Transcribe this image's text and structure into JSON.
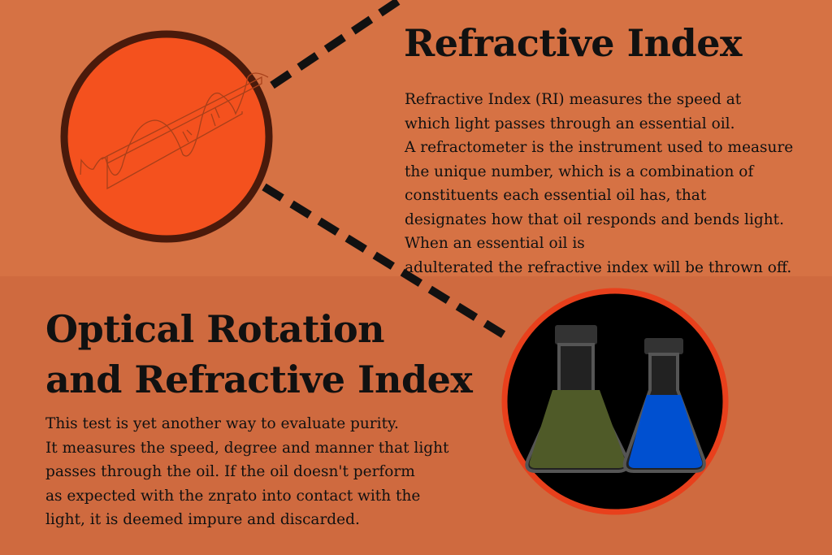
{
  "top_section": {
    "title": "Refractive Index",
    "paragraph_lines": [
      "Refractive Index (RI) measures the speed at",
      "which light passes through an essential oil.",
      "A refractometer is the instrument used to measure",
      "the unique number, which is a combination of",
      "constituents each essential oil has, that",
      "designates how that oil responds and bends light.",
      "When an essential oil is",
      "adulterated the refractive index will be thrown off."
    ]
  },
  "bottom_section": {
    "title_lines": [
      "Optical Rotation",
      "and Refractive Index"
    ],
    "paragraph_lines": [
      "This test is yet another way to evaluate purity.",
      "It measures the speed, degree and manner that light",
      "passes through the oil. If the oil doesn't perform",
      "as expected with the znɼato into contact with the",
      "light, it is deemed impure and discarded."
    ]
  },
  "colors": {
    "background": "#d67244",
    "circle_orange": "#f4511e",
    "flask_green": "#4f5a28",
    "flask_blue": "#0050d0"
  }
}
